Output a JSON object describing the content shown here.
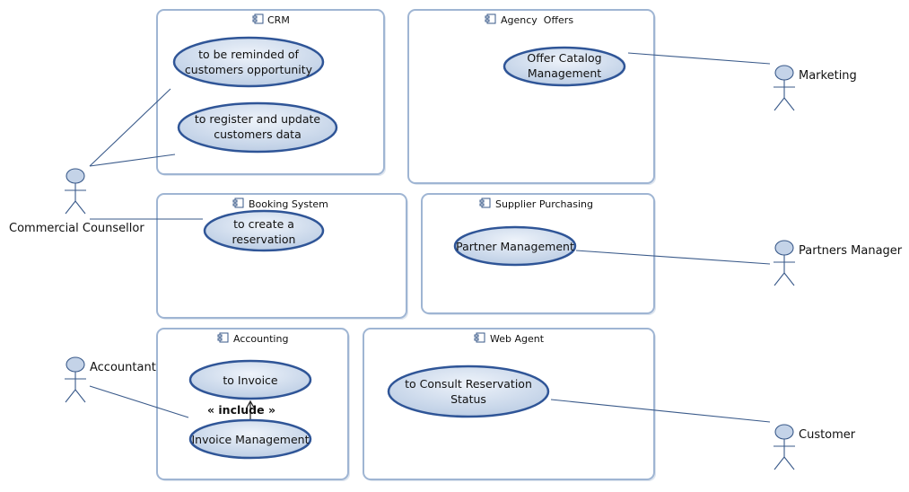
{
  "components": {
    "crm": "CRM",
    "agency_offers": "Agency  Offers",
    "booking_system": "Booking System",
    "supplier_purchasing": "Supplier Purchasing",
    "accounting": "Accounting",
    "web_agent": "Web Agent"
  },
  "use_cases": {
    "reminded": [
      "to be reminded of",
      "customers opportunity"
    ],
    "register": [
      "to register and update",
      "customers data"
    ],
    "offer_catalog": [
      "Offer Catalog",
      "Management"
    ],
    "create_reservation": [
      "to create a",
      "reservation"
    ],
    "partner_management": [
      "Partner Management"
    ],
    "invoice": [
      "to Invoice"
    ],
    "invoice_management": [
      "Invoice Management"
    ],
    "consult_reservation": [
      "to Consult Reservation",
      "Status"
    ]
  },
  "include_label": "« include »",
  "actors": {
    "commercial_counsellor": "Commercial Counsellor",
    "marketing": "Marketing",
    "partners_manager": "Partners Manager",
    "accountant": "Accountant",
    "customer": "Customer"
  },
  "colors": {
    "box_border": "#9fb5d3",
    "usecase_border": "#2f5597",
    "usecase_fill_light": "#eef3fa",
    "usecase_fill_dark": "#b9cbe3",
    "line": "#3a5a8a"
  }
}
